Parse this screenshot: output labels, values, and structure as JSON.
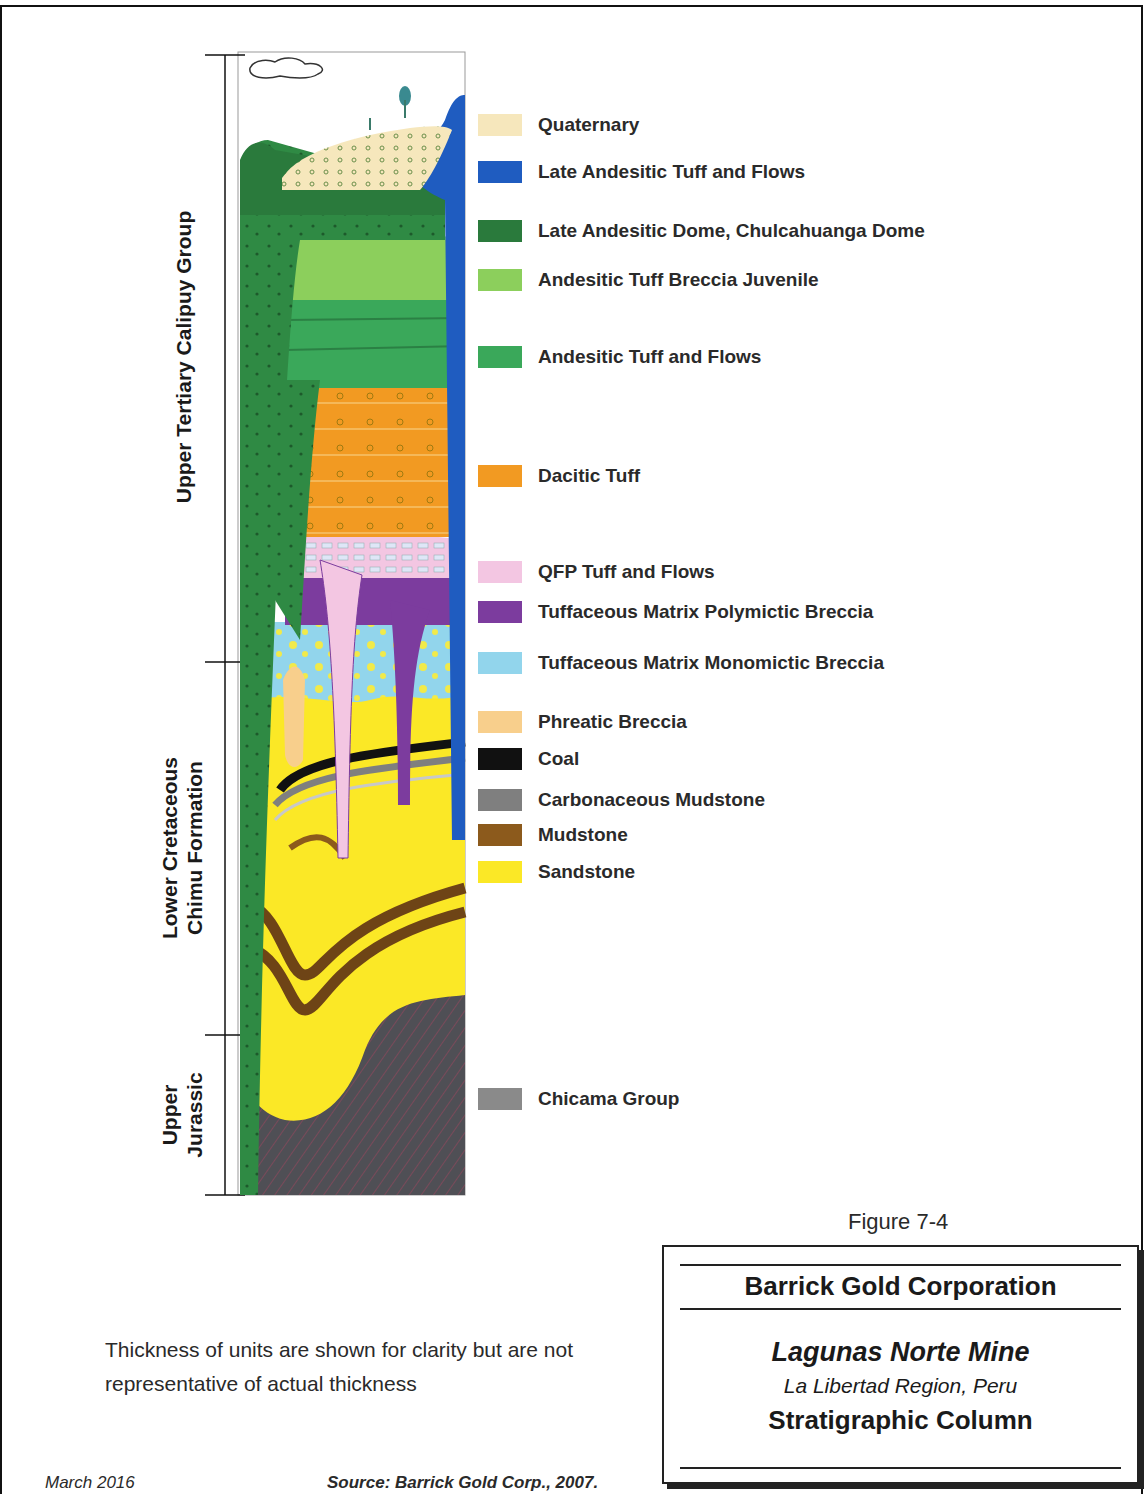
{
  "diagram": {
    "nodes": [
      {
        "text": [
          "Barrick Gold Corporation",
          "Lagunas Norte Mine",
          "La Libertad Region, Peru",
          "Stratigraphic Column"
        ]
      }
    ],
    "labels": [
      "Upper Tertiary Calipuy Group",
      "Lower Cretaceous Chimu Formation",
      "Upper Jurassic",
      "Thickness of units are shown for clarity but are not representative of actual thickness",
      "Figure 7-4",
      "March 2016",
      "Source: Barrick Gold Corp., 2007."
    ],
    "legend": [
      {
        "text": "Quaternary",
        "color": "#f6e7bc"
      },
      {
        "text": "Late Andesitic Tuff and Flows",
        "color": "#1f5cc0"
      },
      {
        "text": "Late Andesitic Dome, Chulcahuanga Dome",
        "color": "#2a7a3c"
      },
      {
        "text": "Andesitic Tuff Breccia Juvenile",
        "color": "#8ccf5c"
      },
      {
        "text": "Andesitic Tuff and Flows",
        "color": "#3aa85a"
      },
      {
        "text": "Dacitic Tuff",
        "color": "#f29a22"
      },
      {
        "text": "QFP Tuff and Flows",
        "color": "#f3c6e2"
      },
      {
        "text": "Tuffaceous Matrix Polymictic Breccia",
        "color": "#7c3c9e"
      },
      {
        "text": "Tuffaceous Matrix Monomictic Breccia",
        "color": "#92d5ec"
      },
      {
        "text": "Phreatic Breccia",
        "color": "#f8cf8c"
      },
      {
        "text": "Coal",
        "color": "#111111"
      },
      {
        "text": "Carbonaceous Mudstone",
        "color": "#7f7f7f"
      },
      {
        "text": "Mudstone",
        "color": "#8c5a1c"
      },
      {
        "text": "Sandstone",
        "color": "#fbe826"
      },
      {
        "text": "Chicama Group",
        "color": "#8a8a8a"
      }
    ]
  }
}
